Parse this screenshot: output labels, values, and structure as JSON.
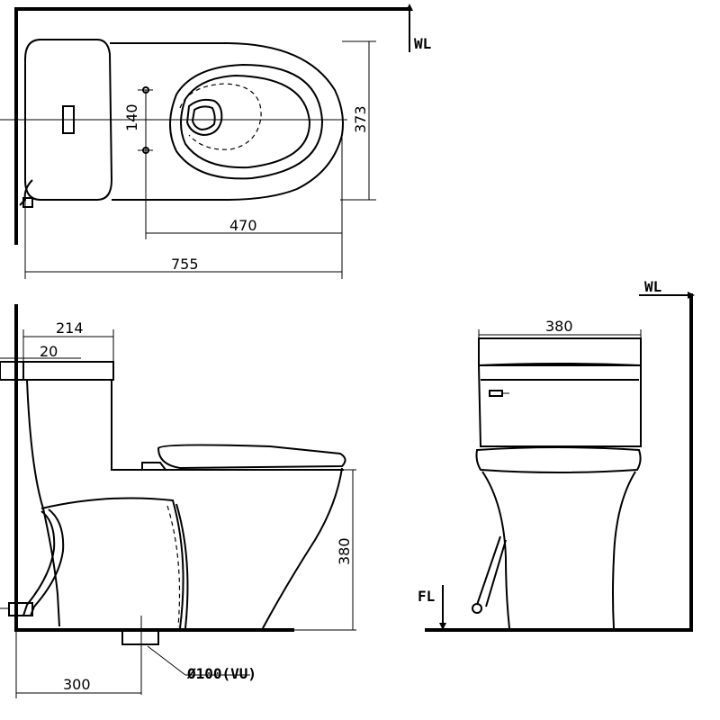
{
  "labels": {
    "wl_top": "WL",
    "wl_side": "WL",
    "fl": "FL",
    "pipe": "Ø100(VU)"
  },
  "dimensions": {
    "plan_width": "373",
    "plan_bolt_spacing": "140",
    "plan_outlet_to_front": "470",
    "plan_total_length": "755",
    "side_tank_depth": "214",
    "side_wall_gap": "20",
    "side_seat_height": "380",
    "side_rough_in": "300",
    "front_width": "380"
  }
}
